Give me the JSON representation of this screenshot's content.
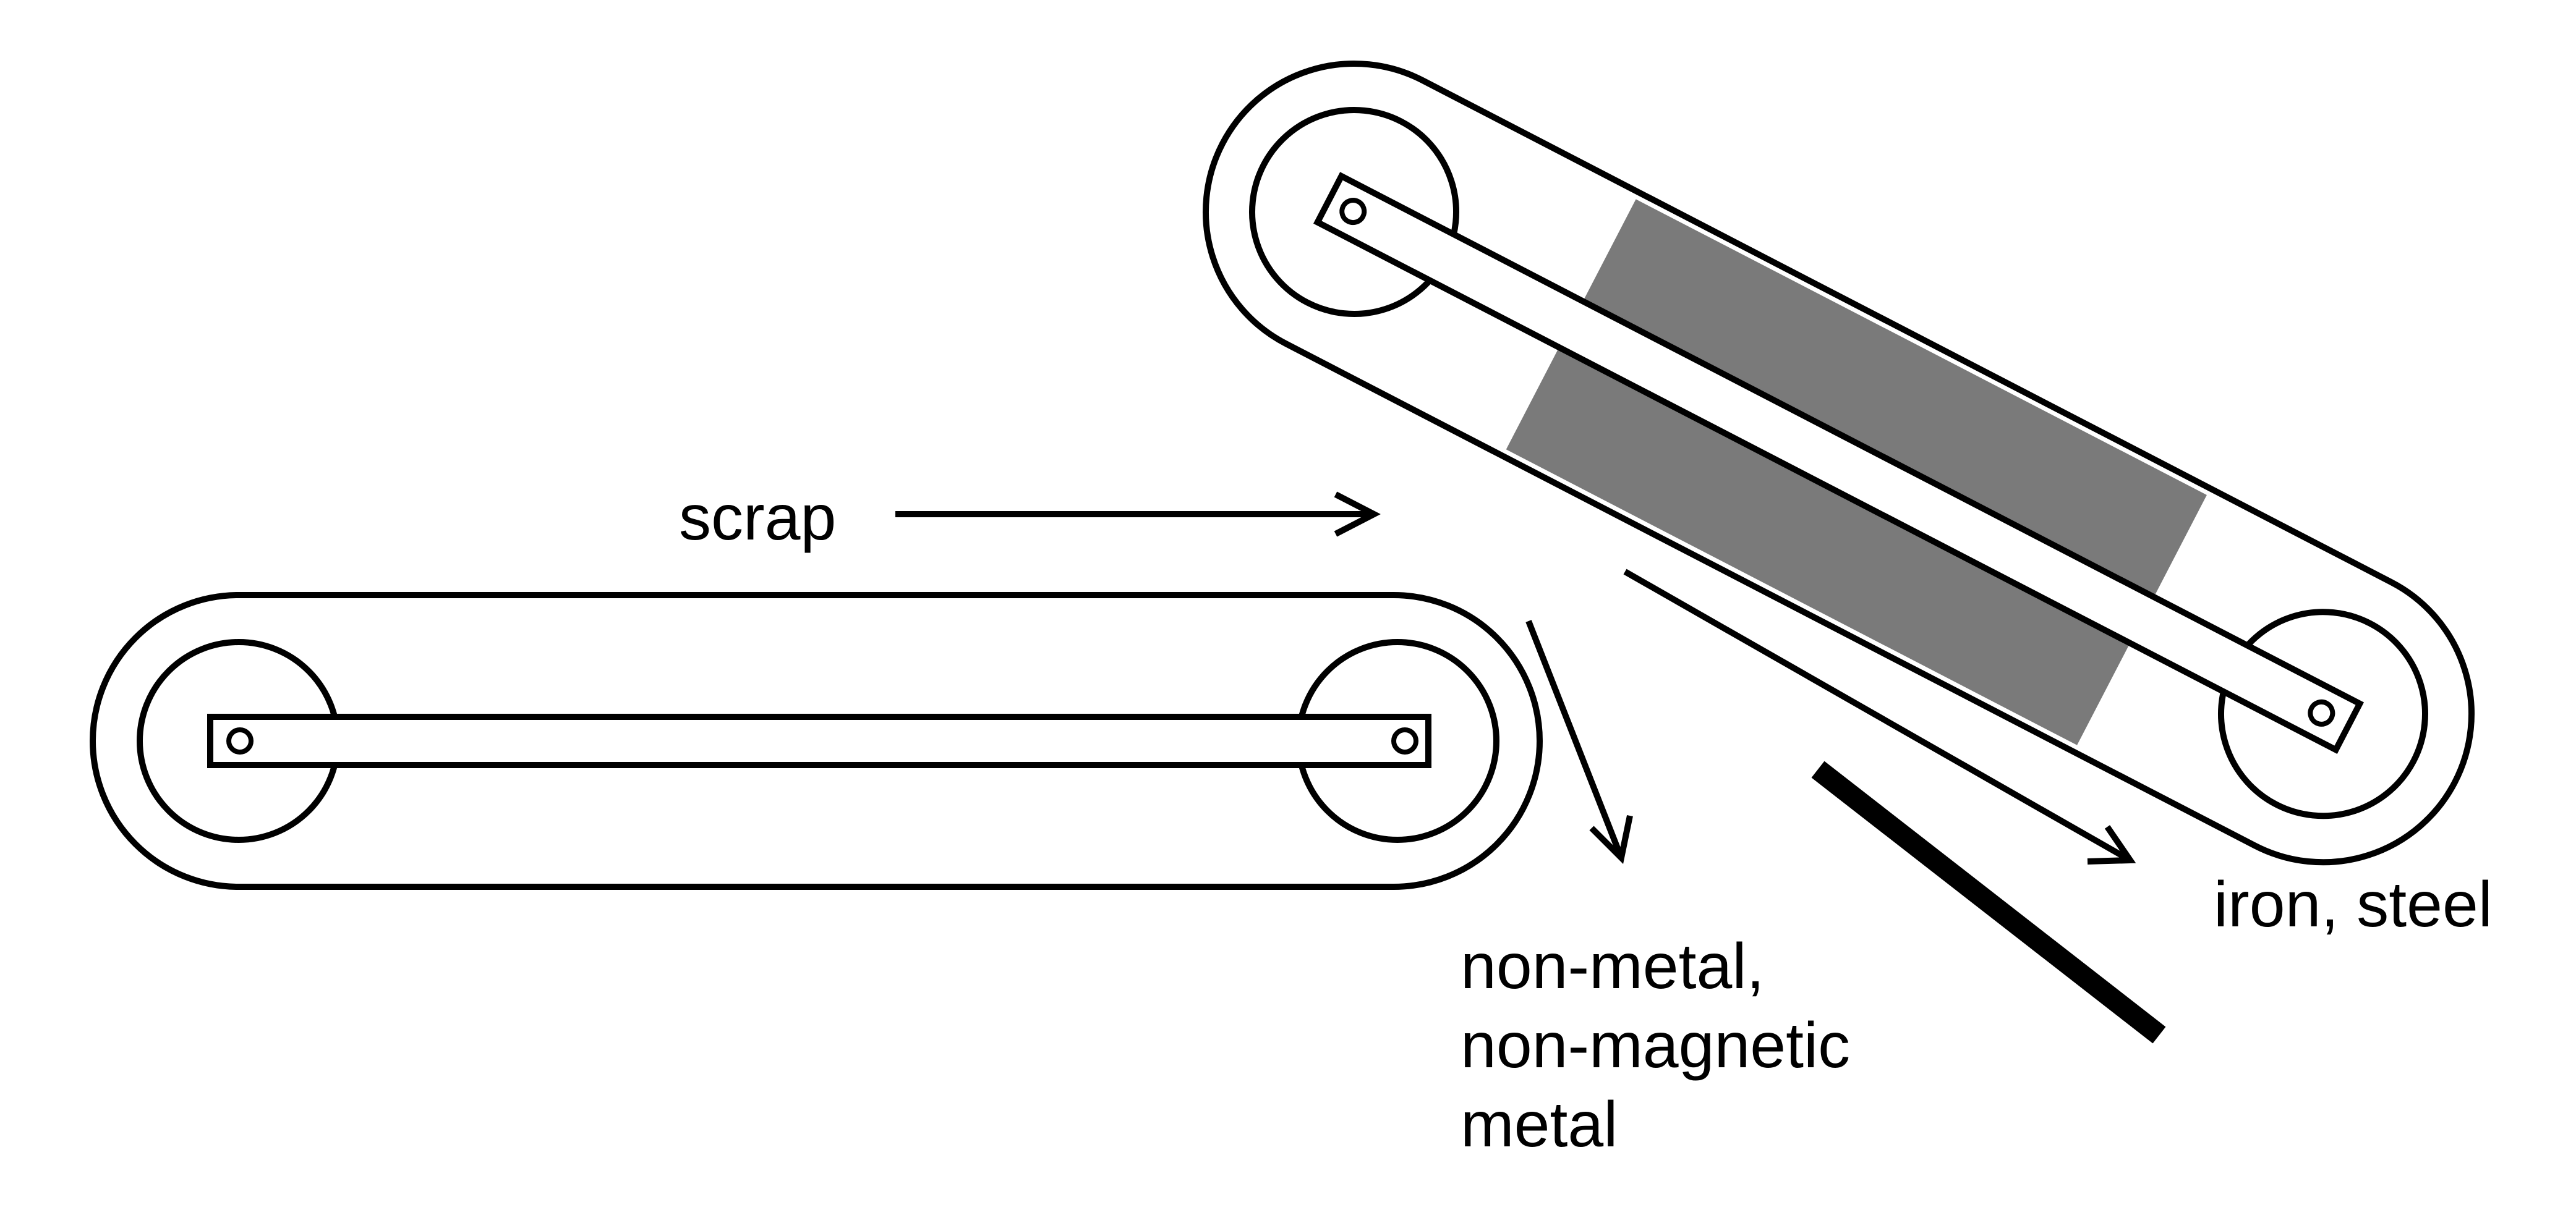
{
  "labels": {
    "scrap": "scrap",
    "non_metal_line1": "non-metal,",
    "non_metal_line2": "non-magnetic",
    "non_metal_line3": "metal",
    "iron_steel": "iron, steel"
  },
  "colors": {
    "stroke": "#000000",
    "magnet": "#7a7a7a",
    "background": "#ffffff"
  }
}
